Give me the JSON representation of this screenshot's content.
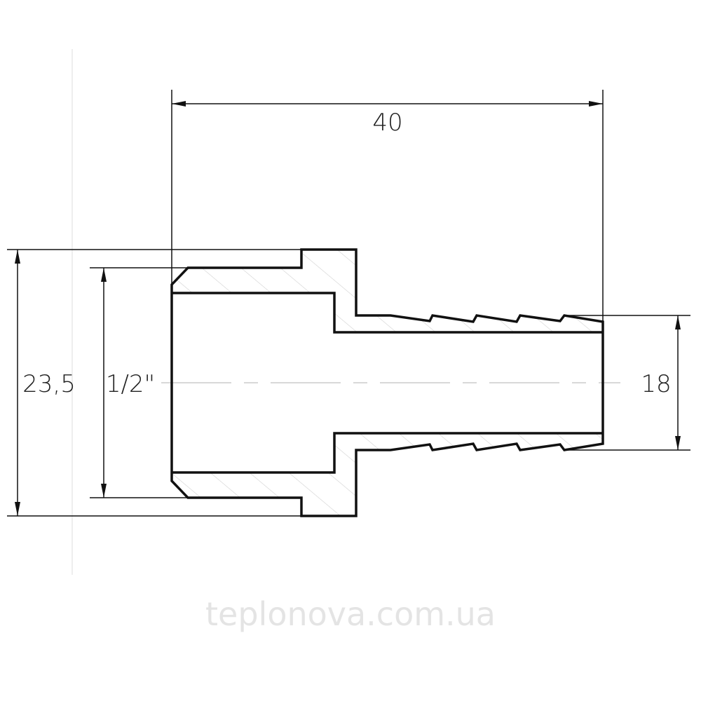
{
  "drawing": {
    "dimensions": {
      "length": "40",
      "outer_diameter": "23,5",
      "thread": "1/2\"",
      "hose_diameter": "18"
    },
    "watermark": "teplonova.com.ua",
    "colors": {
      "line": "#111111",
      "hatch": "#d0d0d0",
      "centerline": "#cccccc"
    }
  }
}
